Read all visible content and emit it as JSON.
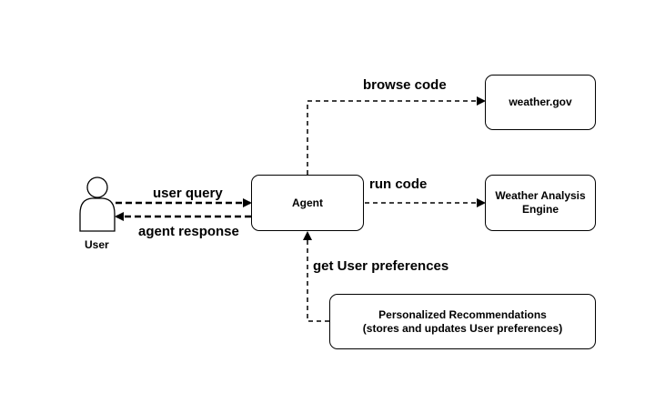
{
  "actors": {
    "user_label": "User"
  },
  "nodes": {
    "agent": "Agent",
    "weather_gov": "weather.gov",
    "analysis_engine": {
      "line1": "Weather Analysis",
      "line2": "Engine"
    },
    "recommendations": {
      "line1": "Personalized Recommendations",
      "line2": "(stores and updates User preferences)"
    }
  },
  "edges": {
    "user_query": "user query",
    "agent_response": "agent response",
    "browse_code": "browse code",
    "run_code": "run code",
    "get_preferences": "get User preferences"
  }
}
